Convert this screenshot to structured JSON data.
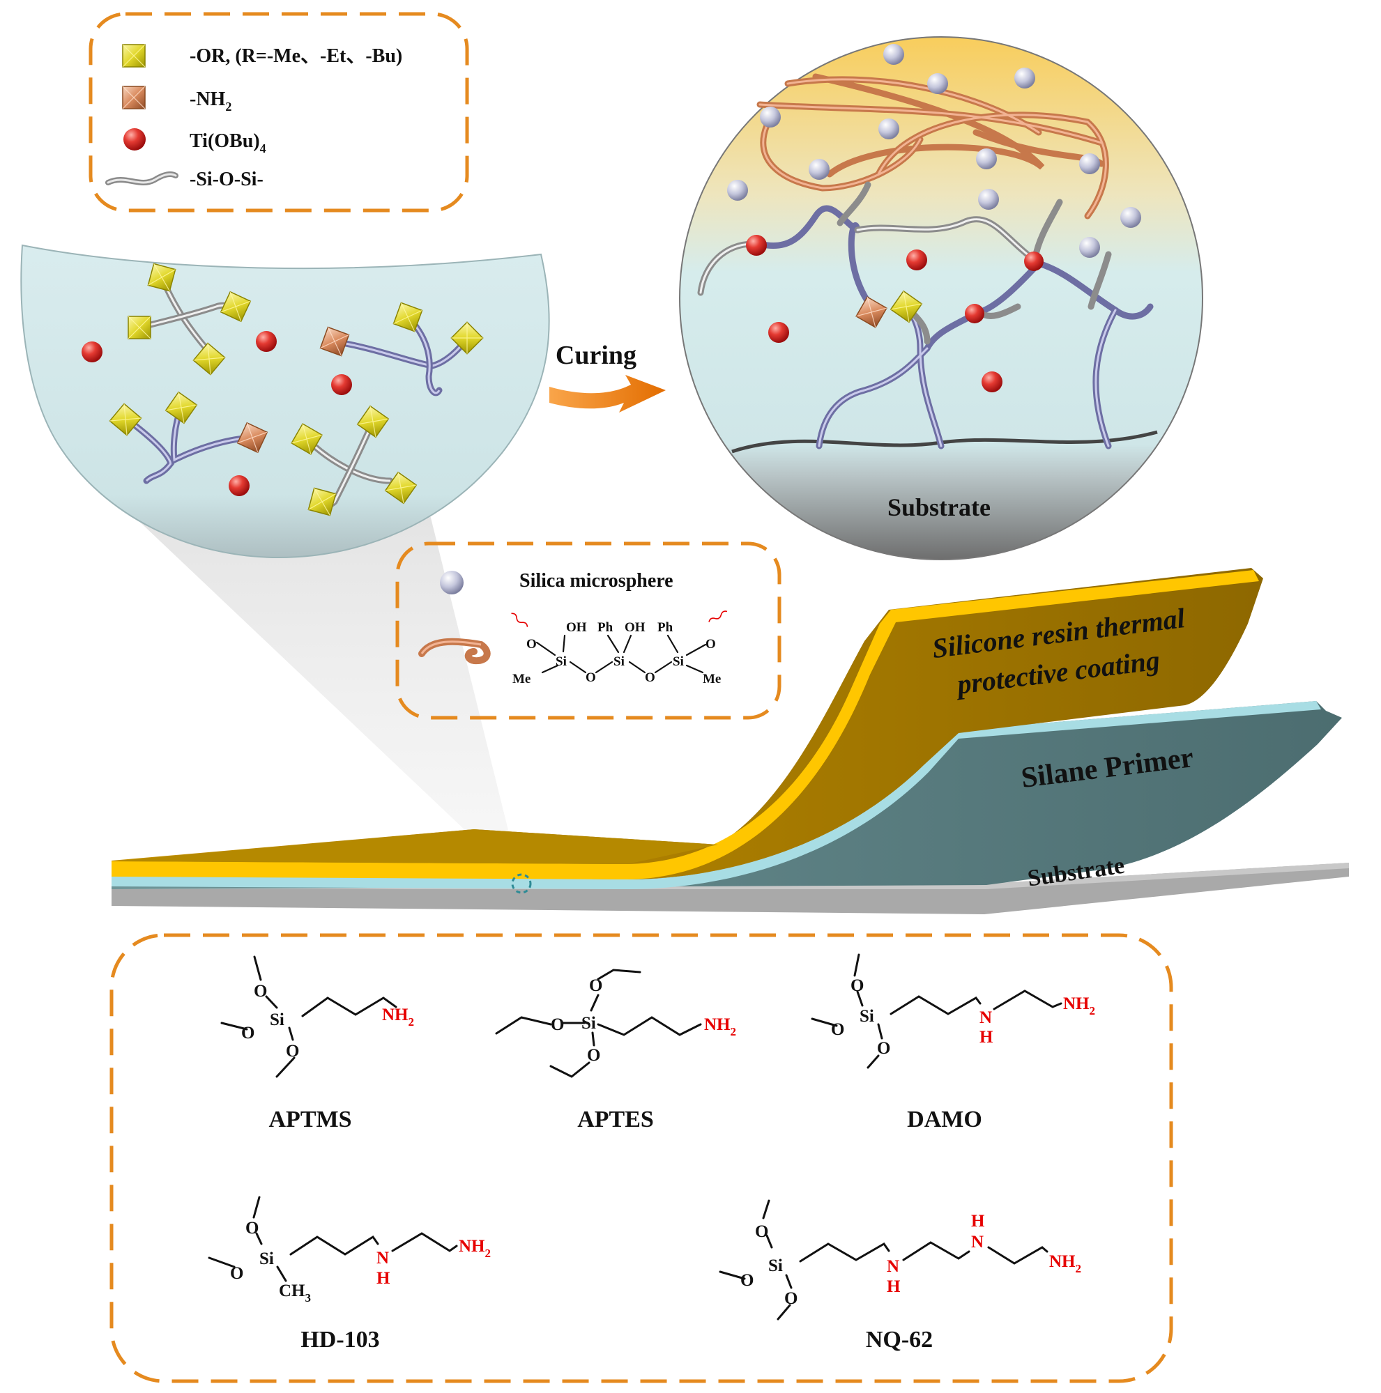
{
  "legend_top": {
    "items": [
      {
        "icon": "yellow-cube-icon",
        "label": "-OR, (R=-Me、-Et、-Bu)"
      },
      {
        "icon": "orange-cube-icon",
        "label": "-NH",
        "sub": "2"
      },
      {
        "icon": "red-sphere-icon",
        "label": "Ti(OBu)",
        "sub": "4"
      },
      {
        "icon": "gray-chain-icon",
        "label": "-Si-O-Si-"
      }
    ]
  },
  "process": {
    "curing_label": "Curing",
    "cured_substrate_label": "Substrate"
  },
  "legend_mid": {
    "silica_label": "Silica microsphere",
    "resin_formula": {
      "oh1": "OH",
      "ph1": "Ph",
      "oh2": "OH",
      "ph2": "Ph",
      "o": "O",
      "si": "Si",
      "me": "Me"
    }
  },
  "layers": {
    "coating": "Silicone resin thermal",
    "coating_line2": "protective coating",
    "primer": "Silane Primer",
    "substrate": "Substrate"
  },
  "silanes": {
    "names": [
      "APTMS",
      "APTES",
      "DAMO",
      "HD-103",
      "NQ-62"
    ],
    "atoms": {
      "si": "Si",
      "o": "O",
      "n": "N",
      "h": "H",
      "nh": "NH",
      "two": "2",
      "ch": "CH",
      "three": "3"
    }
  },
  "colors": {
    "accent_dash": "#e58a1f",
    "coating": "#a77a00",
    "coating_edge": "#ffc600",
    "primer": "#5b7d80",
    "primer_edge": "#a8dde4",
    "substrate": "#9a9a9a",
    "amine": "#e60000",
    "ti": "#d9202a"
  }
}
